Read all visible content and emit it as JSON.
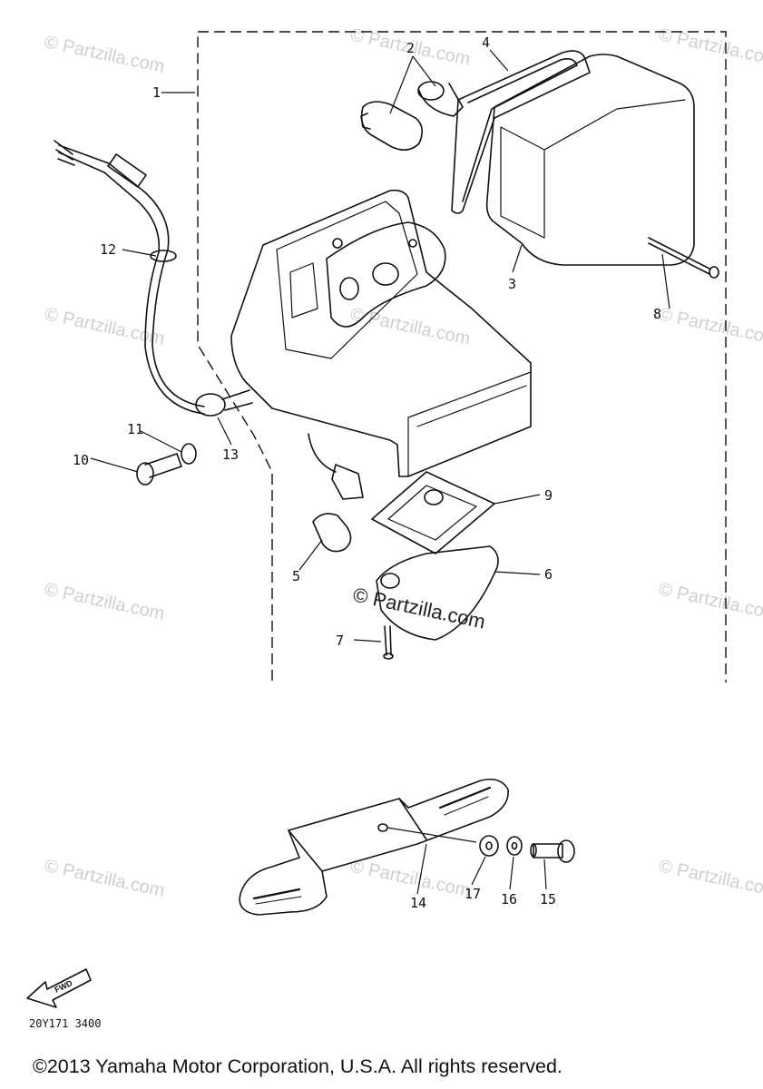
{
  "diagram": {
    "callouts": [
      {
        "id": "c1",
        "label": "1"
      },
      {
        "id": "c2",
        "label": "2"
      },
      {
        "id": "c3",
        "label": "3"
      },
      {
        "id": "c4",
        "label": "4"
      },
      {
        "id": "c5",
        "label": "5"
      },
      {
        "id": "c6",
        "label": "6"
      },
      {
        "id": "c7",
        "label": "7"
      },
      {
        "id": "c8",
        "label": "8"
      },
      {
        "id": "c9",
        "label": "9"
      },
      {
        "id": "c10",
        "label": "10"
      },
      {
        "id": "c11",
        "label": "11"
      },
      {
        "id": "c12",
        "label": "12"
      },
      {
        "id": "c13",
        "label": "13"
      },
      {
        "id": "c14",
        "label": "14"
      },
      {
        "id": "c15",
        "label": "15"
      },
      {
        "id": "c16",
        "label": "16"
      },
      {
        "id": "c17",
        "label": "17"
      }
    ],
    "watermark": "© Partzilla.com",
    "fwd_label": "FWD",
    "reference_code": "20Y171 3400"
  },
  "footer": {
    "copyright": "©2013 Yamaha Motor Corporation, U.S.A. All rights reserved."
  }
}
